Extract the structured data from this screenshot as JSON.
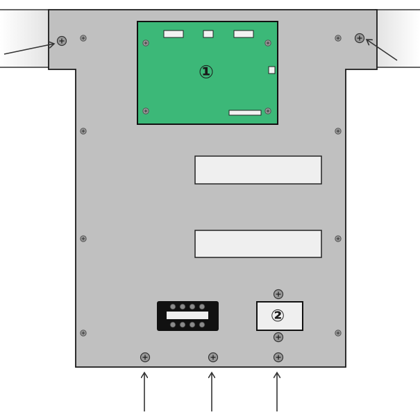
{
  "diagram": {
    "callouts": [
      {
        "id": "board",
        "label": "①"
      },
      {
        "id": "bracket",
        "label": "②"
      }
    ],
    "colors": {
      "panel": "#c0c0c0",
      "panel_outline": "#1a1a1a",
      "board": "#3cb878",
      "slot": "#efefef",
      "rail": "#e6e6e6",
      "terminal_block": "#111111"
    }
  }
}
